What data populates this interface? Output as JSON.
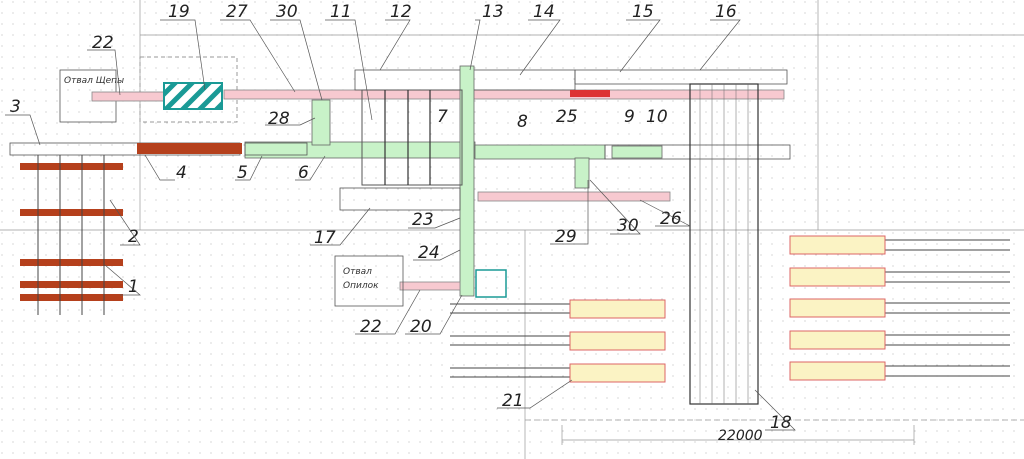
{
  "title": "Sawmill equipment layout plan",
  "areas": {
    "chip_dump": "Отвал Щепы",
    "sawdust_dump_line1": "Отвал",
    "sawdust_dump_line2": "Опилок"
  },
  "callouts": [
    "19",
    "27",
    "30",
    "11",
    "12",
    "13",
    "14",
    "15",
    "16",
    "22",
    "3",
    "28",
    "7",
    "8",
    "25",
    "9",
    "10",
    "4",
    "5",
    "6",
    "2",
    "1",
    "17",
    "23",
    "24",
    "29",
    "30",
    "26",
    "22",
    "20",
    "21",
    "18"
  ],
  "dimension": "22000",
  "colors": {
    "conveyor_pink": "#f7c9d0",
    "conveyor_green": "#c8f2c8",
    "log_deck": "#b5401c",
    "chipper": "#1a9a96",
    "bins": "#fbf3c4"
  }
}
